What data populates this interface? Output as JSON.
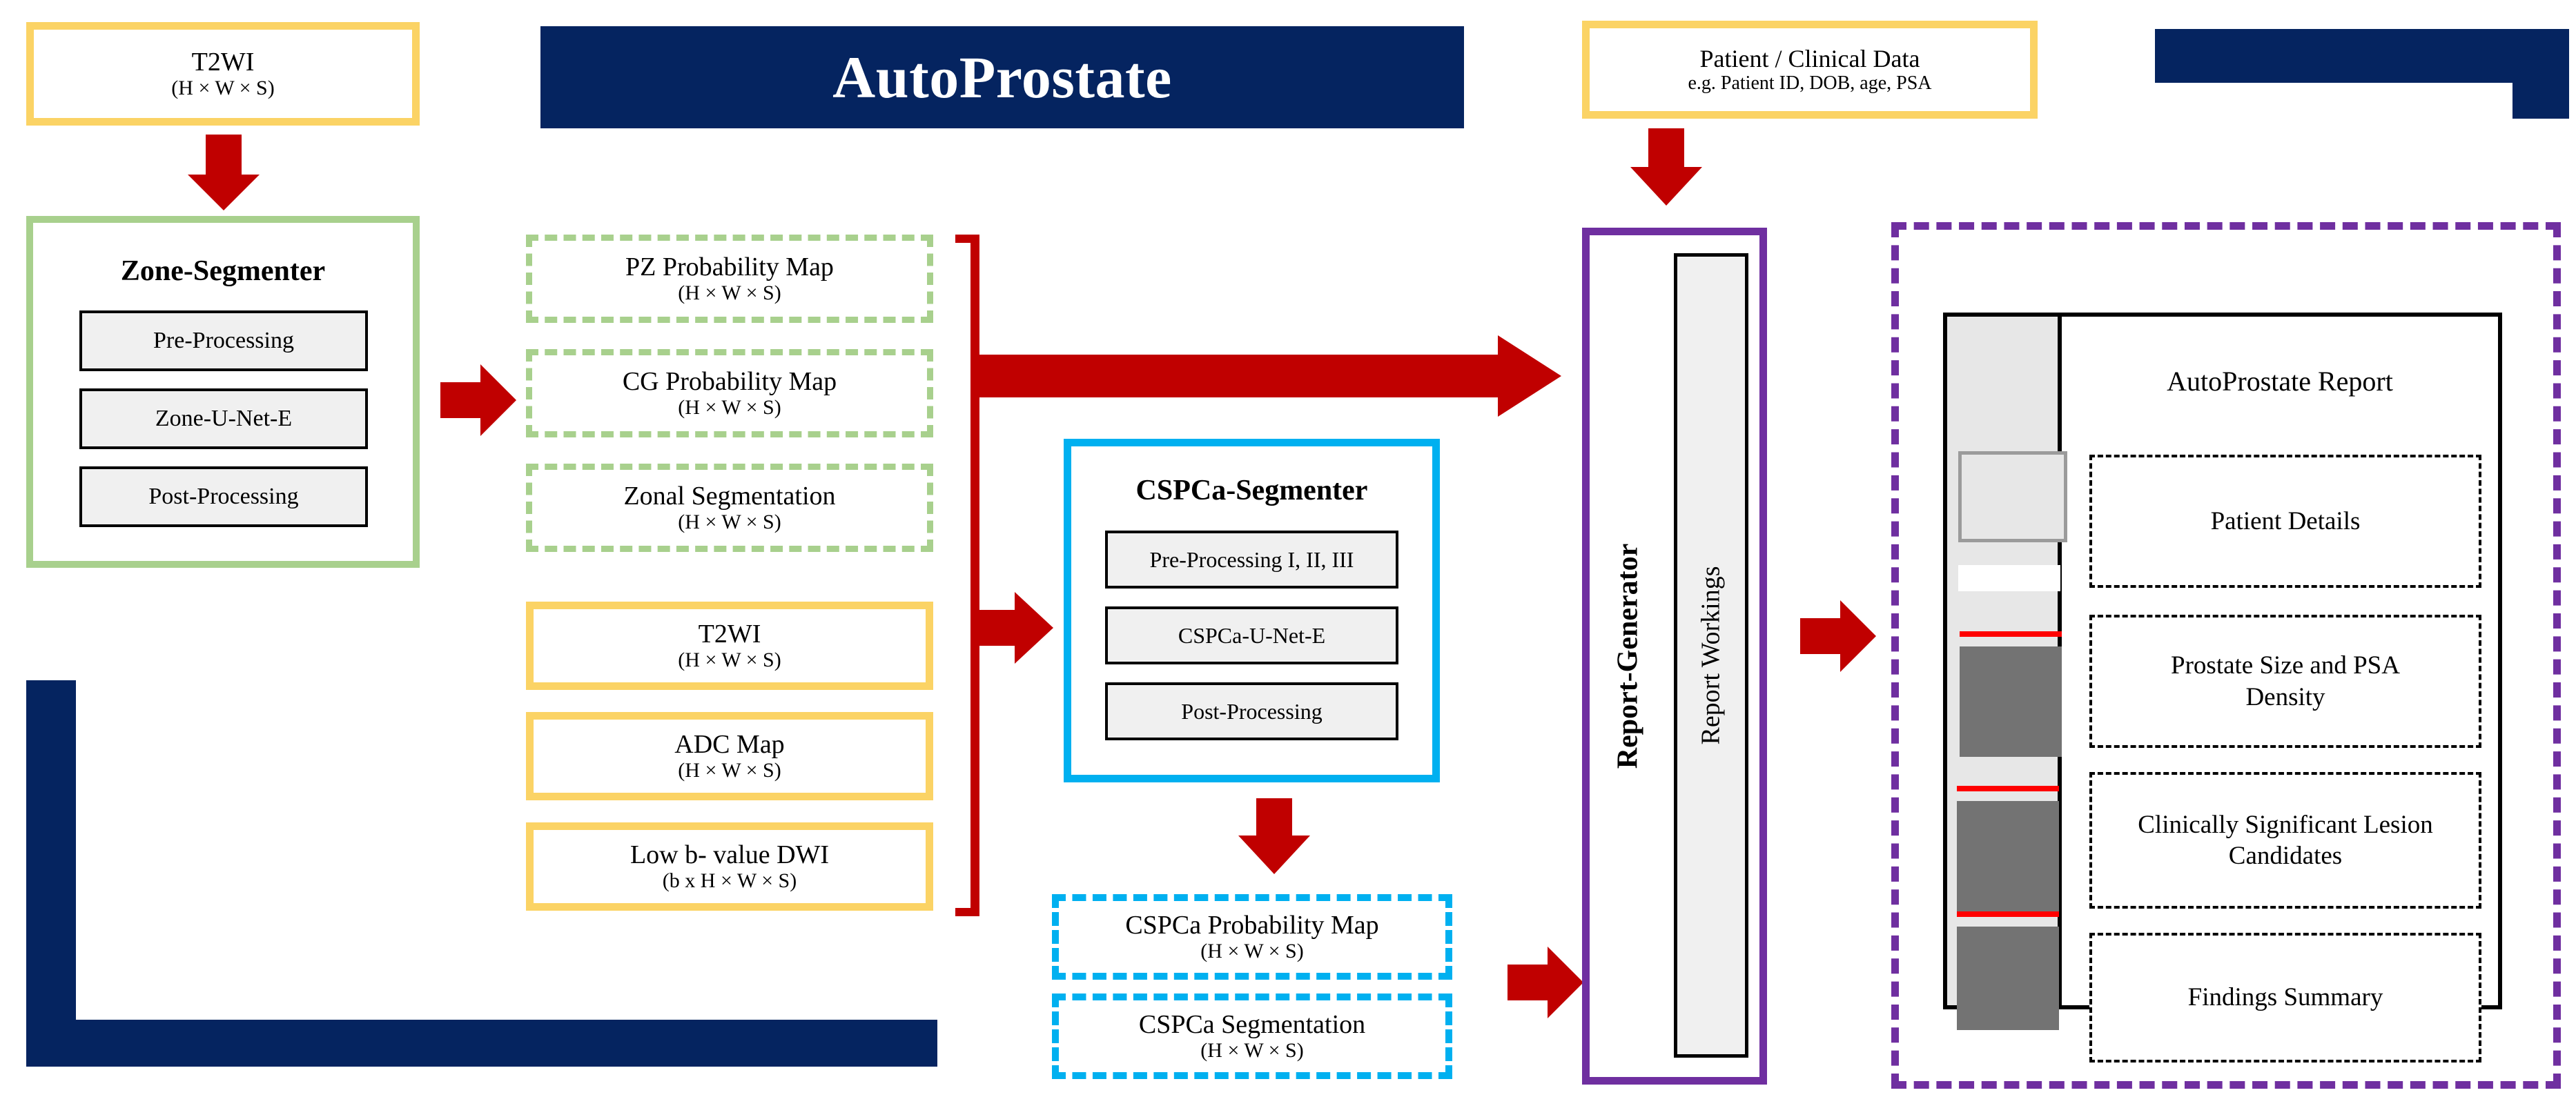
{
  "title_banner": {
    "text": "AutoProstate"
  },
  "inputs": {
    "t2wi_top": {
      "line1": "T2WI",
      "line2": "(H × W × S)"
    },
    "patient_data": {
      "line1": "Patient / Clinical Data",
      "line2": "e.g. Patient ID, DOB, age, PSA"
    }
  },
  "zone_segmenter": {
    "title": "Zone-Segmenter",
    "steps": [
      {
        "label": "Pre-Processing"
      },
      {
        "label": "Zone-U-Net-E"
      },
      {
        "label": "Post-Processing"
      }
    ]
  },
  "zone_outputs": [
    {
      "line1": "PZ Probability Map",
      "line2": "(H × W × S)"
    },
    {
      "line1": "CG Probability Map",
      "line2": "(H × W × S)"
    },
    {
      "line1": "Zonal Segmentation",
      "line2": "(H × W × S)"
    }
  ],
  "mri_inputs": [
    {
      "line1": "T2WI",
      "line2": "(H × W × S)"
    },
    {
      "line1": "ADC Map",
      "line2": "(H × W × S)"
    },
    {
      "line1": "Low b- value DWI",
      "line2": "(b x H × W × S)"
    }
  ],
  "cspca_segmenter": {
    "title": "CSPCa-Segmenter",
    "steps": [
      {
        "label": "Pre-Processing I, II, III"
      },
      {
        "label": "CSPCa-U-Net-E"
      },
      {
        "label": "Post-Processing"
      }
    ]
  },
  "cspca_outputs": [
    {
      "line1": "CSPCa Probability Map",
      "line2": "(H × W × S)"
    },
    {
      "line1": "CSPCa Segmentation",
      "line2": "(H × W × S)"
    }
  ],
  "report_generator": {
    "title": "Report-Generator",
    "workings_label": "Report Workings"
  },
  "report": {
    "heading": "AutoProstate Report",
    "sections": [
      {
        "label": "Patient Details"
      },
      {
        "label": "Prostate Size and PSA Density"
      },
      {
        "label": "Clinically Significant Lesion Candidates"
      },
      {
        "label": "Findings Summary"
      }
    ]
  },
  "icons": {
    "arrow_t2wi_down": "down-arrow-icon",
    "arrow_zone_right": "right-arrow-icon",
    "arrow_patient_down": "down-arrow-icon",
    "arrow_to_cspca": "right-arrow-icon",
    "arrow_to_report": "right-arrow-icon",
    "arrow_cspca_down": "down-arrow-icon",
    "arrow_cspca_out_right": "right-arrow-icon",
    "arrow_report_right": "right-arrow-icon"
  },
  "colors": {
    "navy": "#052460",
    "red": "#c00000",
    "yellow": "#fbd365",
    "green": "#a8d08d",
    "cyan": "#00b0f0",
    "purple": "#6f2fa0",
    "grey_slab": "#f0f0f0",
    "thumb_grey": "#737373",
    "thumb_red": "#ff0000"
  }
}
